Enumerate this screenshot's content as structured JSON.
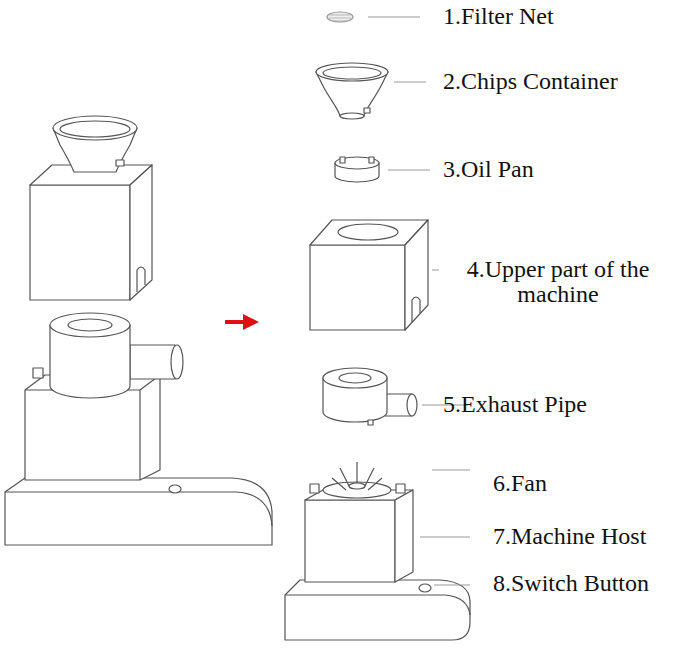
{
  "diagram": {
    "labels": [
      "1.Filter Net",
      "2.Chips Container",
      "3.Oil Pan",
      "4.Upper part of the machine",
      "5.Exhaust Pipe",
      "6.Fan",
      "7.Machine Host",
      "8.Switch Button"
    ]
  }
}
